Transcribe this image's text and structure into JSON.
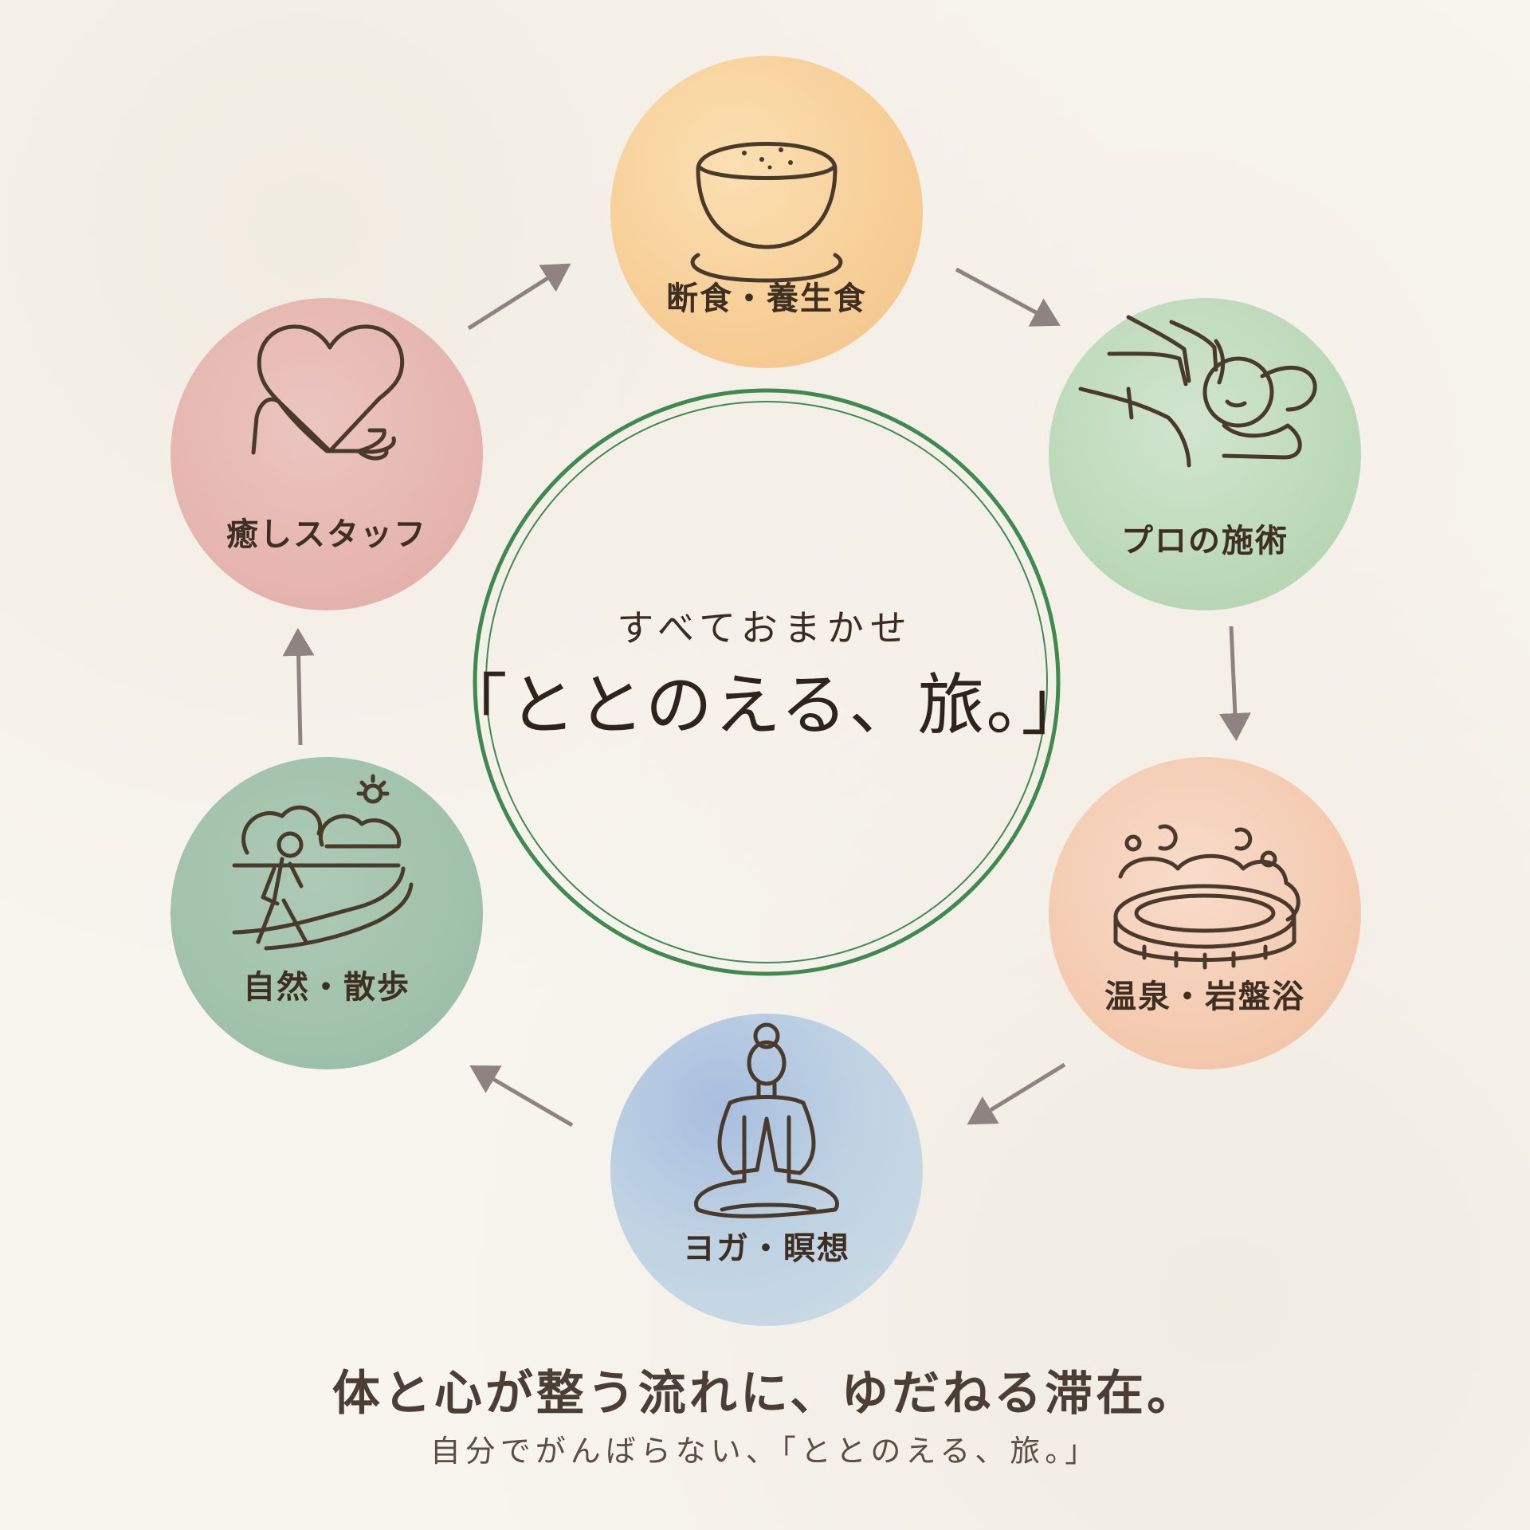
{
  "center": {
    "subtitle": "すべておまかせ",
    "title": "「ととのえる、旅。」"
  },
  "nodes": [
    {
      "label": "断食・養生食",
      "icon": "bowl-icon",
      "color": "#f7cf98"
    },
    {
      "label": "プロの施術",
      "icon": "massage-icon",
      "color": "#bcd9b9"
    },
    {
      "label": "温泉・岩盤浴",
      "icon": "hot-spring-icon",
      "color": "#f4cbb1"
    },
    {
      "label": "ヨガ・瞑想",
      "icon": "meditation-icon",
      "color": "#bed2e3"
    },
    {
      "label": "自然・散歩",
      "icon": "hiking-icon",
      "color": "#a1c2ab"
    },
    {
      "label": "癒しスタッフ",
      "icon": "heart-hand-icon",
      "color": "#e6b6b0"
    }
  ],
  "footer": {
    "tagline": "体と心が整う流れに、ゆだねる滞在。",
    "subtagline": "自分でがんばらない、「ととのえる、旅。」"
  },
  "colors": {
    "ring": "#3f8a4f",
    "arrow": "#8e8380",
    "text": "#4a3a2c"
  }
}
